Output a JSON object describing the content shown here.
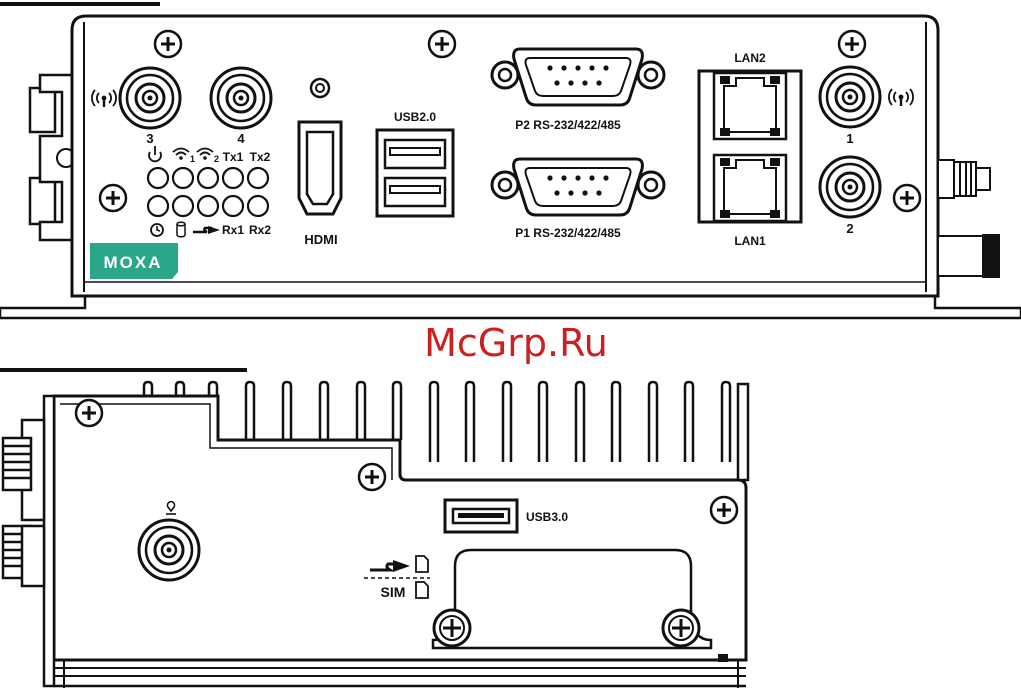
{
  "colors": {
    "outline": "#111111",
    "moxa_brand": "#2aa68a",
    "watermark": "#cc1f1f"
  },
  "watermark": {
    "text": "McGrp.Ru"
  },
  "front_panel": {
    "logo": "MOXA",
    "antennas": [
      {
        "icon": "wireless-signal-icon",
        "number": "3"
      },
      {
        "icon": "wireless-signal-icon",
        "number": "4"
      },
      {
        "icon": "wireless-signal-icon",
        "number": "1"
      },
      {
        "icon": "wireless-signal-icon",
        "number": "2"
      }
    ],
    "led_top_labels": {
      "tx1": "Tx1",
      "tx2": "Tx2"
    },
    "led_wifi_subscripts": {
      "wifi1": "1",
      "wifi2": "2"
    },
    "led_bottom_labels": {
      "rx1": "Rx1",
      "rx2": "Rx2"
    },
    "led_icons": [
      "power-icon",
      "wifi-1-icon",
      "wifi-2-icon",
      "clock-icon",
      "storage-icon",
      "sd-icon"
    ],
    "hdmi_label": "HDMI",
    "usb2_label": "USB2.0",
    "serial_ports": [
      {
        "label": "P2 RS-232/422/485"
      },
      {
        "label": "P1 RS-232/422/485"
      }
    ],
    "lan_ports": [
      {
        "label": "LAN2"
      },
      {
        "label": "LAN1"
      }
    ]
  },
  "side_panel": {
    "usb3_label": "USB3.0",
    "sim_label": "SIM",
    "sd_label": "SD",
    "gps_icon": "gps-pin-icon"
  }
}
